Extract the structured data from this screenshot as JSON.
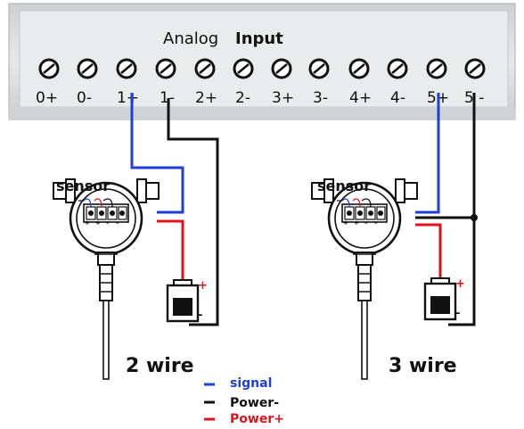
{
  "module": {
    "title_word1": "Analog",
    "title_word2": "Input",
    "terminals": [
      "0+",
      "0-",
      "1+",
      "1-",
      "2+",
      "2-",
      "3+",
      "3-",
      "4+",
      "4-",
      "5+",
      "5 -"
    ]
  },
  "sensors": [
    {
      "label": "sensor",
      "wiring": "2 wire",
      "battery_plus": "+",
      "battery_minus": "–"
    },
    {
      "label": "sensor",
      "wiring": "3 wire",
      "battery_plus": "+",
      "battery_minus": "–"
    }
  ],
  "terminal_block_marks": [
    "+",
    "+",
    "–",
    "–"
  ],
  "legend": [
    {
      "label": "signal",
      "color": "#1f3fd6"
    },
    {
      "label": "Power-",
      "color": "#111111"
    },
    {
      "label": "Power+",
      "color": "#e0121c"
    }
  ],
  "colors": {
    "panel": "#e3e6e7",
    "panel_edge": "#b9bdbf",
    "signal": "#1f3fd6",
    "power_minus": "#111111",
    "power_plus": "#e0121c"
  }
}
